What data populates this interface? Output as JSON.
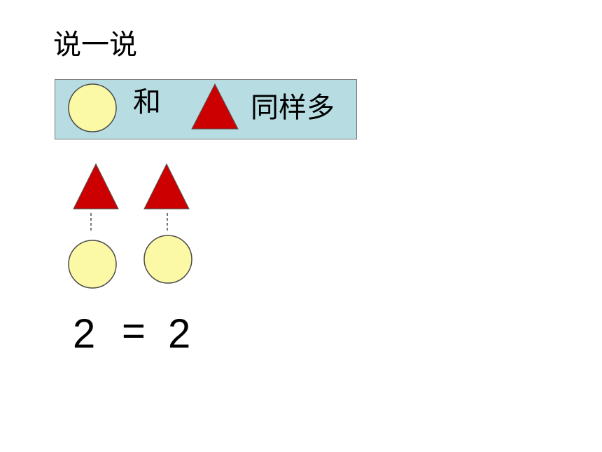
{
  "title": "说一说",
  "banner": {
    "connector": "和",
    "statement": "同样多"
  },
  "equation": {
    "left": "2",
    "operator": "=",
    "right": "2"
  },
  "shapes": {
    "circle_fill": "#fbf9a6",
    "circle_stroke": "#4a4a4a",
    "triangle_fill": "#cc0000",
    "triangle_stroke": "#555555",
    "banner_fill": "#b7dde3",
    "pair_count": 2
  }
}
